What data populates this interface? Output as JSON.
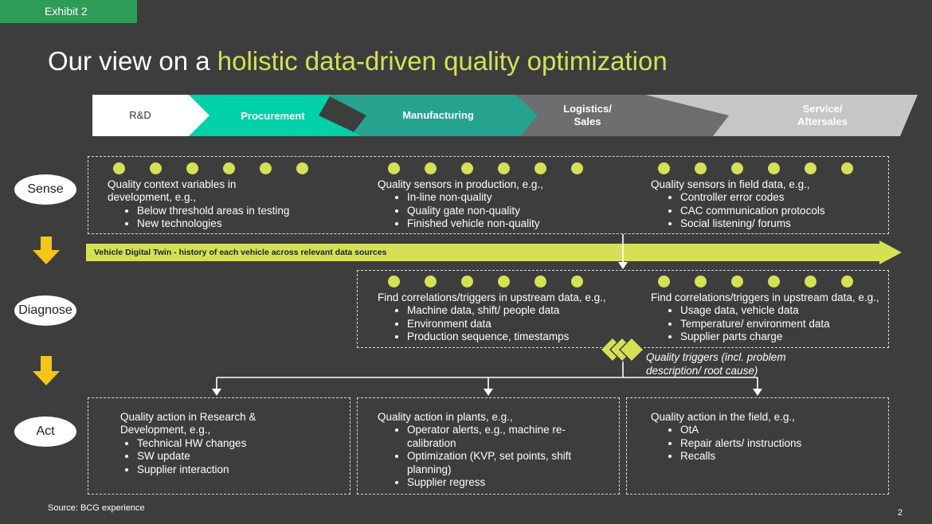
{
  "exhibit": "Exhibit 2",
  "title": {
    "prefix": "Our view on a ",
    "highlight": "holistic data-driven quality optimization"
  },
  "stages": {
    "rd": "R&D",
    "procurement": "Procurement",
    "manufacturing": "Manufacturing",
    "logistics": [
      "Logistics/",
      "Sales"
    ],
    "service": [
      "Service/",
      "Aftersales"
    ]
  },
  "rows": {
    "sense": "Sense",
    "diagnose": "Diagnose",
    "act": "Act"
  },
  "sense": {
    "rd": {
      "lead": [
        "Quality context variables in",
        "development, e.g.,"
      ],
      "items": [
        "Below threshold areas in testing",
        "New technologies"
      ]
    },
    "production": {
      "lead": [
        "Quality sensors in production, e.g.,"
      ],
      "items": [
        "In-line non-quality",
        "Quality gate non-quality",
        "Finished vehicle non-quality"
      ]
    },
    "field": {
      "lead": [
        "Quality sensors in field data, e.g.,"
      ],
      "items": [
        "Controller error codes",
        "CAC communication protocols",
        "Social listening/ forums"
      ]
    }
  },
  "twin": "Vehicle Digital Twin - history of each vehicle across relevant data sources",
  "diagnose": {
    "left": {
      "lead": [
        "Find correlations/triggers in upstream data, e.g.,"
      ],
      "items": [
        "Machine data, shift/ people data",
        "Environment data",
        "Production sequence, timestamps"
      ]
    },
    "right": {
      "lead": [
        "Find correlations/triggers in upstream data, e.g.,"
      ],
      "items": [
        "Usage data, vehicle data",
        "Temperature/ environment data",
        "Supplier parts charge"
      ]
    }
  },
  "triggers": [
    "Quality triggers (incl. problem",
    "description/ root cause)"
  ],
  "act": {
    "rd": {
      "lead": [
        "Quality action in Research &",
        "Development, e.g.,"
      ],
      "items": [
        "Technical HW changes",
        "SW update",
        "Supplier interaction"
      ]
    },
    "plants": {
      "lead": [
        "Quality action in plants, e.g.,"
      ],
      "items": [
        "Operator alerts, e.g., machine re-calibration",
        "Optimization (KVP, set points, shift planning)",
        "Supplier regress"
      ]
    },
    "field": {
      "lead": [
        "Quality action in the field, e.g.,"
      ],
      "items": [
        "OtA",
        "Repair alerts/ instructions",
        "Recalls"
      ]
    }
  },
  "source": "Source: BCG experience",
  "page": "2",
  "colors": {
    "accent": "#d4e157",
    "teal": "#00d1a8",
    "dark_teal": "#25a38e",
    "grey": "#6c6e70",
    "light_grey": "#c6c6c6",
    "green_tag": "#2e9b57",
    "arrow_yellow": "#f5c518"
  }
}
